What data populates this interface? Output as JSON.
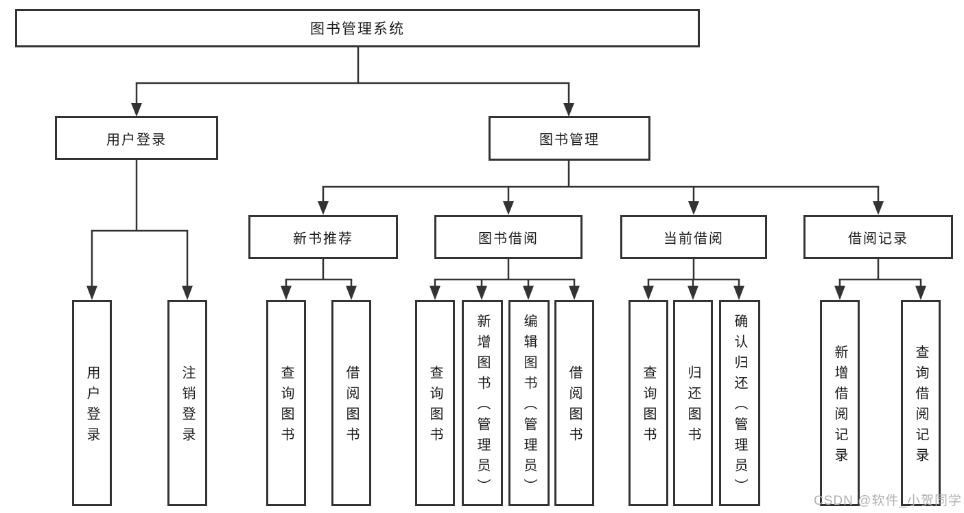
{
  "watermark": "CSDN @软件_小贺同学",
  "colors": {
    "line": "#333333",
    "box_border": "#333333",
    "box_background": "#ffffff",
    "text": "#1c1c1c",
    "watermark": "#b0b0b0"
  },
  "tree": {
    "root": {
      "label": "图书管理系统",
      "children": [
        {
          "label": "用户登录",
          "children": [
            {
              "label": "用户登录"
            },
            {
              "label": "注销登录"
            }
          ]
        },
        {
          "label": "图书管理",
          "children": [
            {
              "label": "新书推荐",
              "children": [
                {
                  "label": "查询图书"
                },
                {
                  "label": "借阅图书"
                }
              ]
            },
            {
              "label": "图书借阅",
              "children": [
                {
                  "label": "查询图书"
                },
                {
                  "label": "新增图书（管理员）"
                },
                {
                  "label": "编辑图书（管理员）"
                },
                {
                  "label": "借阅图书"
                }
              ]
            },
            {
              "label": "当前借阅",
              "children": [
                {
                  "label": "查询图书"
                },
                {
                  "label": "归还图书"
                },
                {
                  "label": "确认归还（管理员）"
                }
              ]
            },
            {
              "label": "借阅记录",
              "children": [
                {
                  "label": "新增借阅记录"
                },
                {
                  "label": "查询借阅记录"
                }
              ]
            }
          ]
        }
      ]
    }
  }
}
